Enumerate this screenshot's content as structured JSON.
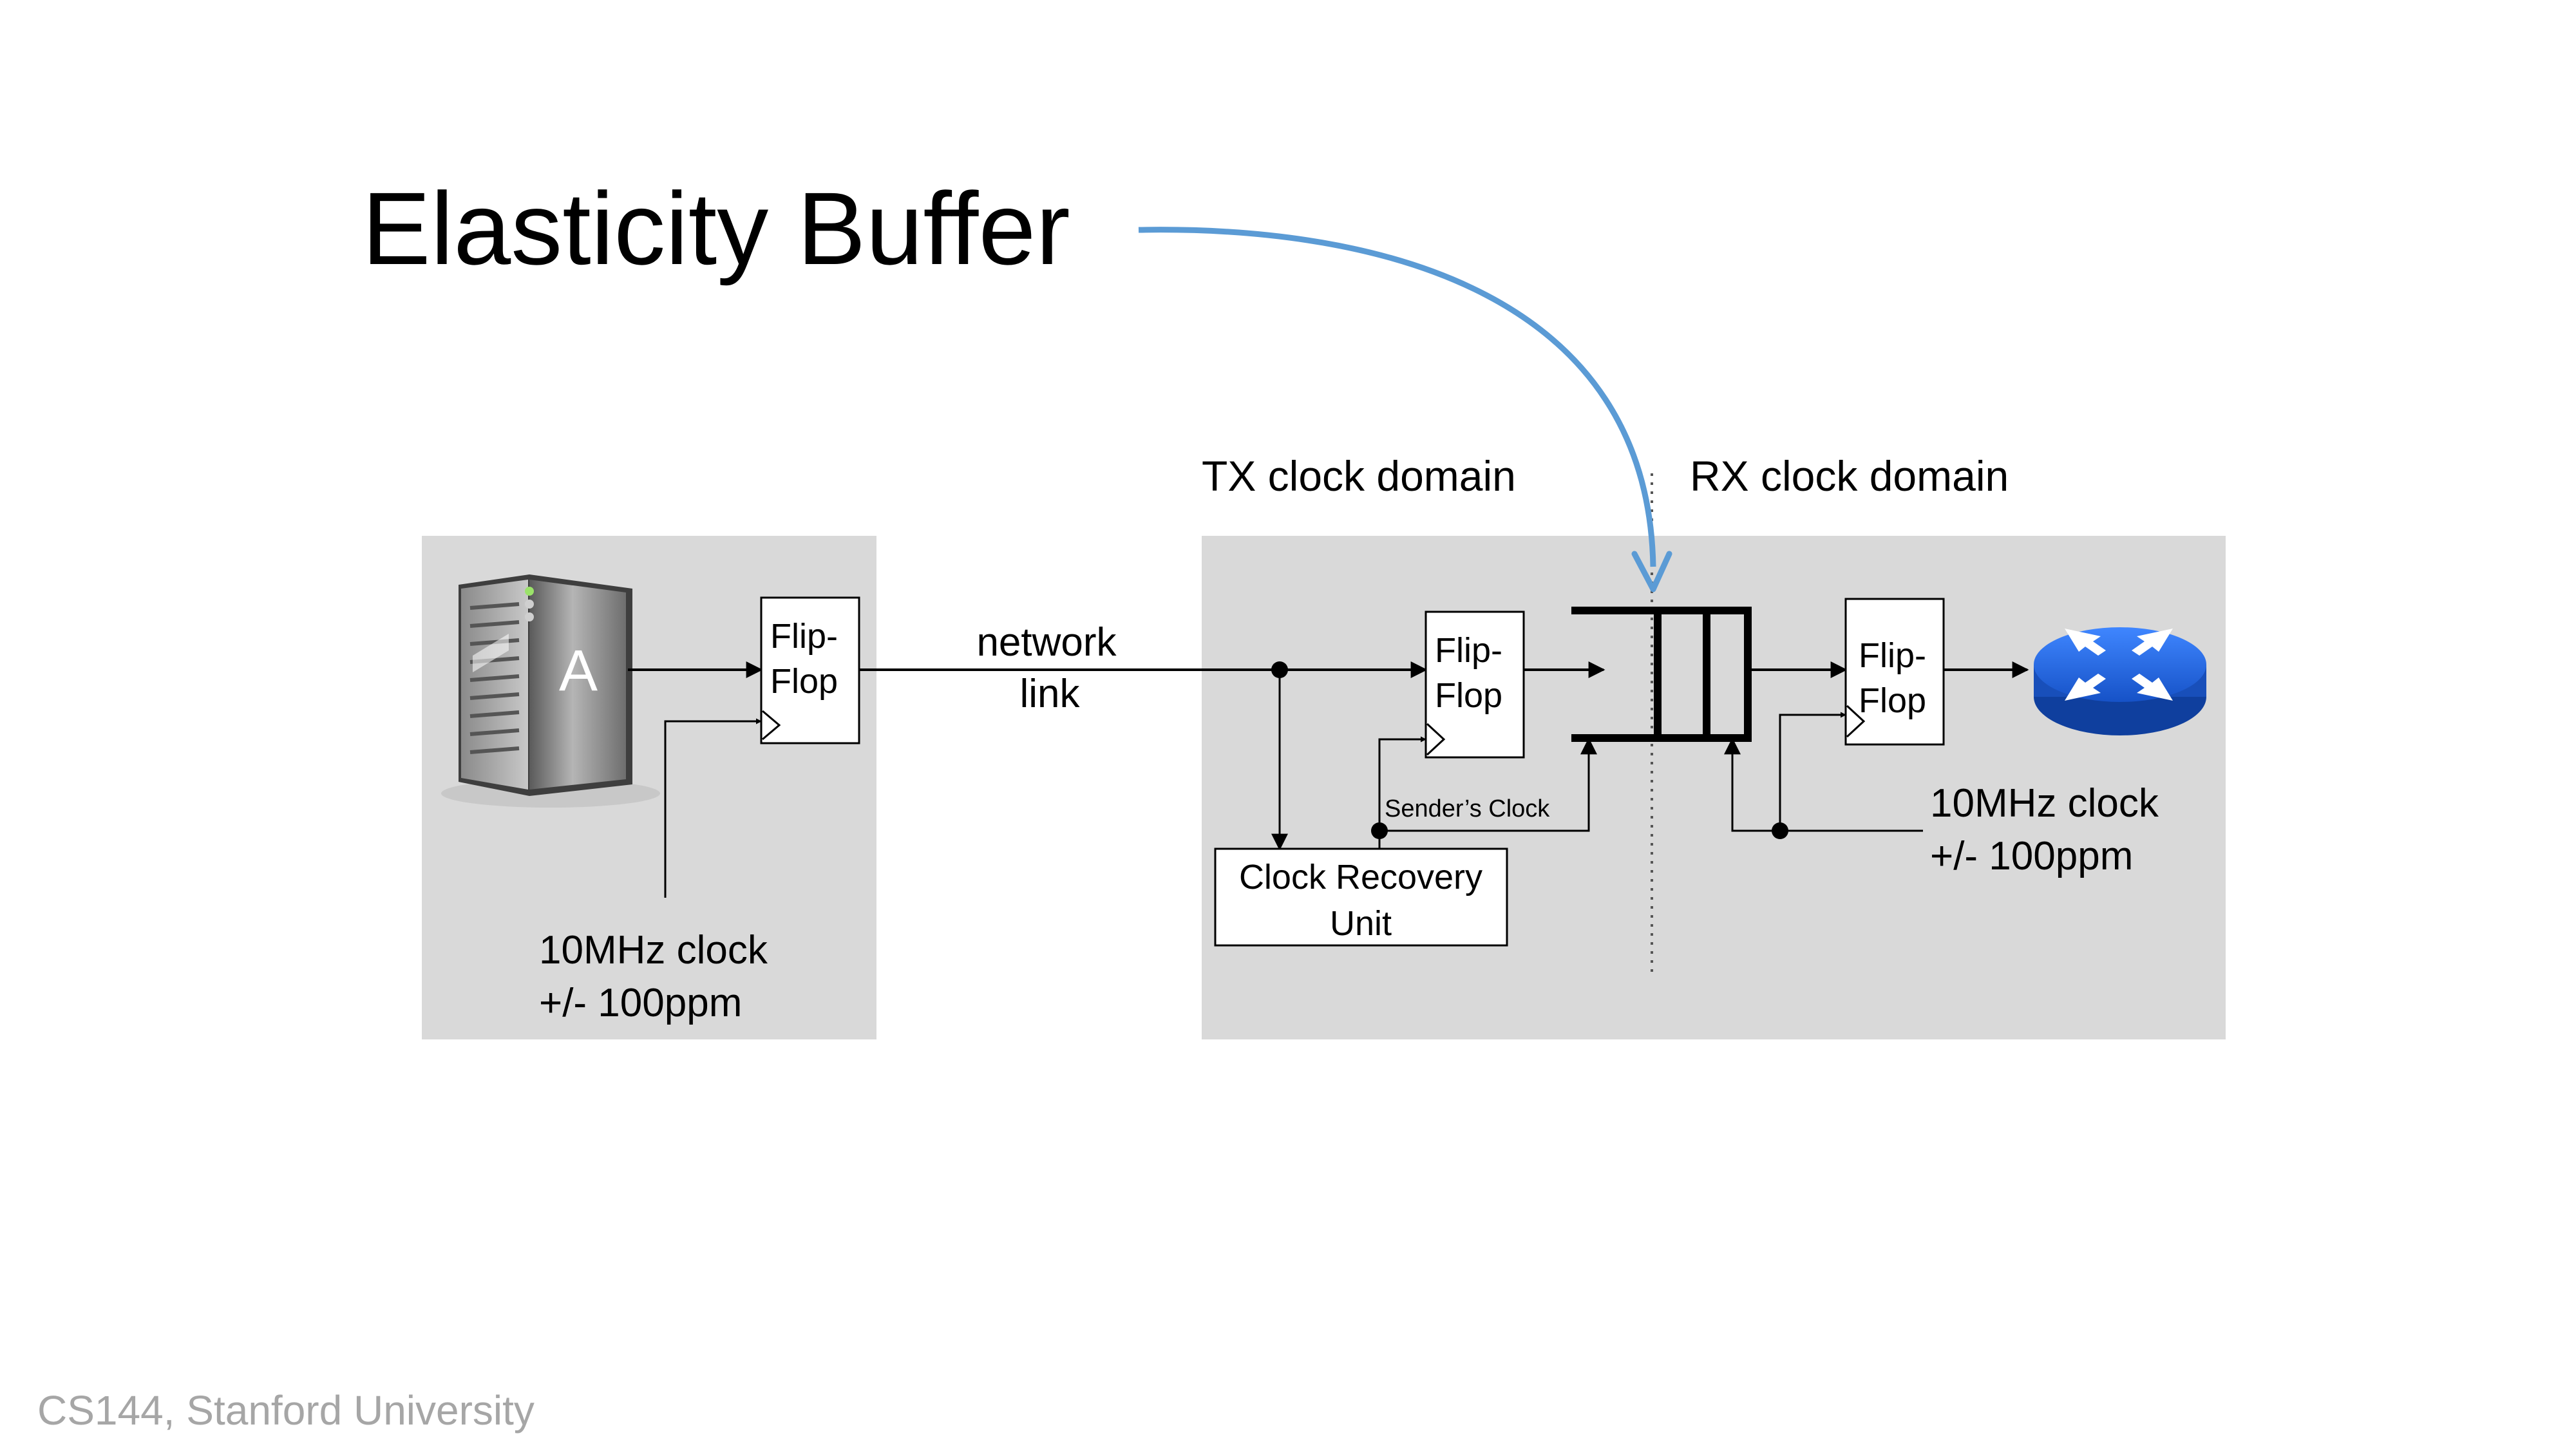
{
  "slide": {
    "title": "Elasticity Buffer",
    "footer": "CS144, Stanford University"
  },
  "diagram": {
    "tx_domain_label": "TX clock domain",
    "rx_domain_label": "RX clock domain",
    "host_label": "A",
    "sender_flipflop": {
      "line1": "Flip-",
      "line2": "Flop"
    },
    "sender_clock": {
      "line1": "10MHz clock",
      "line2": "+/- 100ppm"
    },
    "network_link": {
      "line1": "network",
      "line2": "link"
    },
    "receiver_flipflop_1": {
      "line1": "Flip-",
      "line2": "Flop"
    },
    "senders_clock_label": "Sender’s Clock",
    "clock_recovery_unit": {
      "line1": "Clock Recovery",
      "line2": "Unit"
    },
    "receiver_flipflop_2": {
      "line1": "Flip-",
      "line2": "Flop"
    },
    "receiver_clock": {
      "line1": "10MHz clock",
      "line2": "+/- 100ppm"
    },
    "icons": [
      "server-icon",
      "router-icon"
    ],
    "colors": {
      "panel": "#d9d9d9",
      "annotation_arrow": "#5b9bd5",
      "router": "#1f5fd6",
      "footer_text": "#a6a6a6"
    }
  }
}
